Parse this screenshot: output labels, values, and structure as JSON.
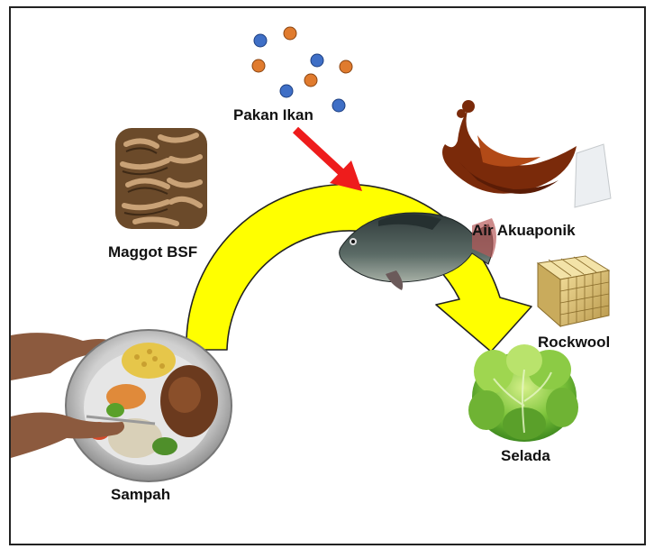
{
  "labels": {
    "fish_feed": "Pakan Ikan",
    "maggot": "Maggot BSF",
    "aquaponic_water": "Air Akuaponik",
    "rockwool": "Rockwool",
    "waste": "Sampah",
    "lettuce": "Selada"
  },
  "pellet_colors": [
    "#3f6fc6",
    "#e07b2e"
  ],
  "colors": {
    "arc_fill": "#ffff00",
    "arc_stroke": "#222222",
    "feed_arrow": "#ee1c1c"
  }
}
